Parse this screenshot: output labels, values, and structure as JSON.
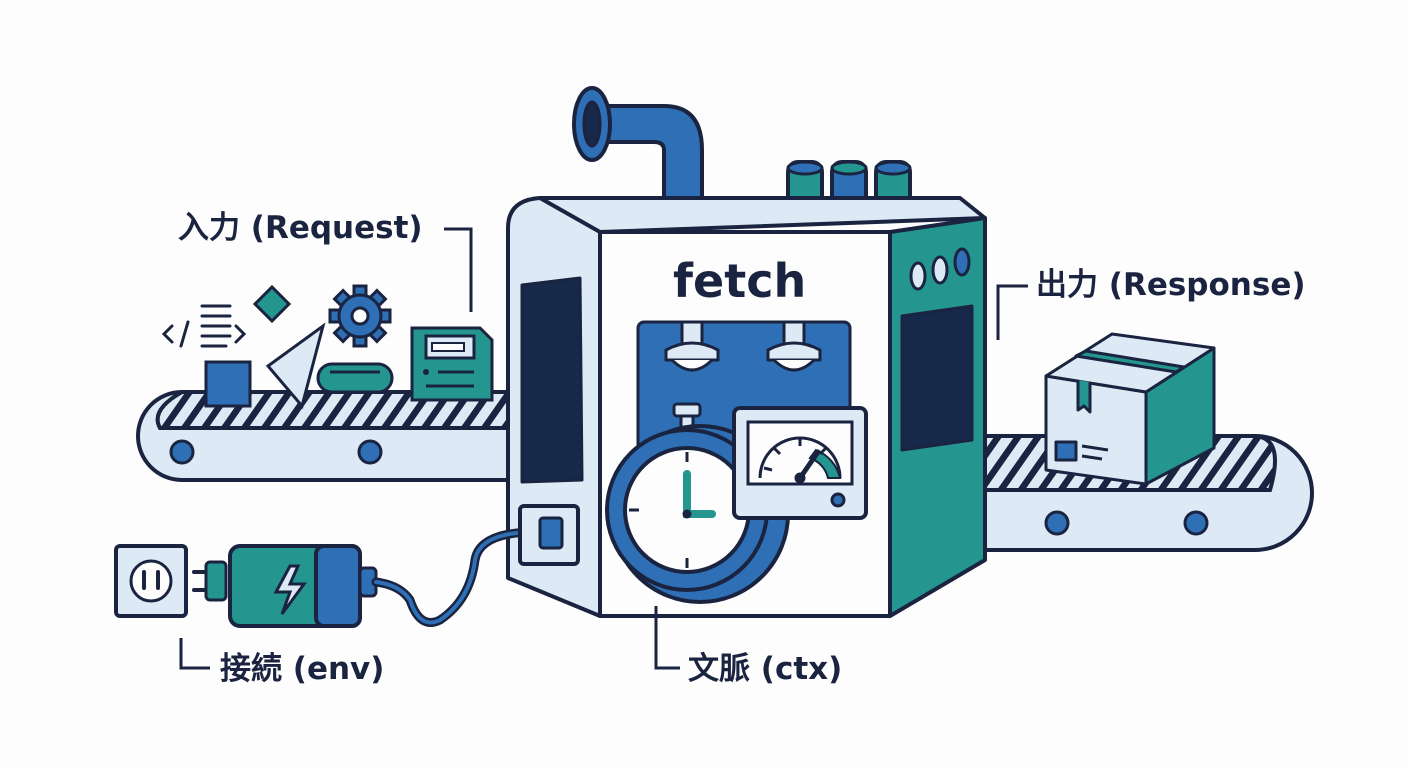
{
  "machine": {
    "title": "fetch"
  },
  "labels": {
    "request": "入力 (Request)",
    "response": "出力 (Response)",
    "env": "接続 (env)",
    "ctx": "文脈 (ctx)"
  },
  "colors": {
    "outline": "#1a2440",
    "pale": "#dde9f5",
    "blue": "#2e6fb5",
    "teal": "#24968f",
    "navy": "#16294a",
    "background": "#fdfdfd"
  },
  "icons": [
    "code-icon",
    "diamond-icon",
    "gear-icon",
    "cube-icon",
    "triangle-icon",
    "pill-icon",
    "floppy-disk-icon",
    "box-icon",
    "stopwatch-icon",
    "gauge-icon",
    "power-outlet-icon",
    "battery-icon",
    "lightning-icon",
    "plug-icon",
    "pipe-icon",
    "knob-icon"
  ]
}
